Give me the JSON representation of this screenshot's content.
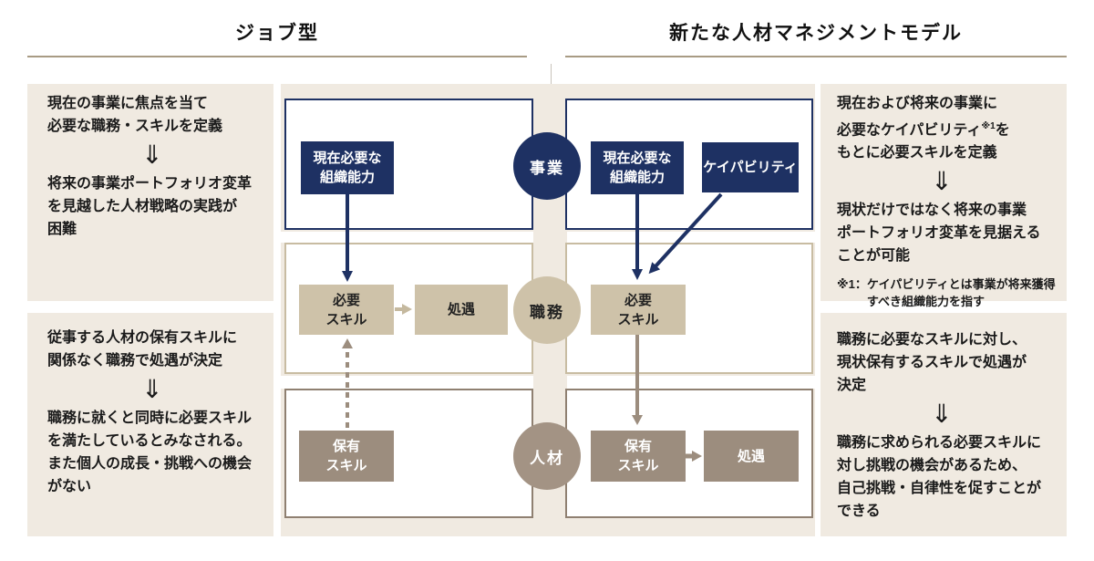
{
  "headers": {
    "left": "ジョブ型",
    "right": "新たな人材マネジメントモデル"
  },
  "panels": {
    "left_top": {
      "block1": [
        "現在の事業に焦点を当て",
        "必要な職務・スキルを定義"
      ],
      "arrow": "⇓",
      "block2": [
        "将来の事業ポートフォリオ変革",
        "を見越した人材戦略の実践が",
        "困難"
      ]
    },
    "left_bottom": {
      "block1": [
        "従事する人材の保有スキルに",
        "関係なく職務で処遇が決定"
      ],
      "arrow": "⇓",
      "block2": [
        "職務に就くと同時に必要スキル",
        "を満たしているとみなされる。",
        "また個人の成長・挑戦への機会",
        "がない"
      ]
    },
    "right_top": {
      "line1": "現在および将来の事業に",
      "line2_main": "必要なケイパビリティ",
      "line2_sup": "※1",
      "line2_post": "を",
      "line3": "もとに必要スキルを定義",
      "arrow": "⇓",
      "block2": [
        "現状だけではなく将来の事業",
        "ポートフォリオ変革を見据える",
        "ことが可能"
      ],
      "footnote_label": "※1：",
      "footnote_lines": [
        "ケイパビリティとは事業が将来獲得",
        "すべき組織能力を指す"
      ]
    },
    "right_bottom": {
      "block1": [
        "職務に必要なスキルに対し、",
        "現状保有するスキルで処遇が",
        "決定"
      ],
      "arrow": "⇓",
      "block2": [
        "職務に求められる必要スキルに",
        "対し挑戦の機会があるため、",
        "自己挑戦・自律性を促すことが",
        "できる"
      ]
    }
  },
  "diagram": {
    "circles": {
      "business": "事業",
      "job": "職務",
      "talent": "人材"
    },
    "left": {
      "org_capability_l1": "現在必要な",
      "org_capability_l2": "組織能力",
      "required_skill_l1": "必要",
      "required_skill_l2": "スキル",
      "treatment": "処遇",
      "owned_skill_l1": "保有",
      "owned_skill_l2": "スキル"
    },
    "right": {
      "org_capability_l1": "現在必要な",
      "org_capability_l2": "組織能力",
      "capability": "ケイパビリティ",
      "required_skill_l1": "必要",
      "required_skill_l2": "スキル",
      "owned_skill_l1": "保有",
      "owned_skill_l2": "スキル",
      "treatment": "処遇"
    }
  },
  "colors": {
    "navy": "#1E3163",
    "tan_fill": "#CEC2A9",
    "tan_border": "#C8BCA2",
    "taupe_fill": "#9C8D7E",
    "taupe_border": "#8F8071",
    "talent_circle": "#A39384",
    "beige_panel": "#F0EAE1",
    "header_underline": "#A89B84",
    "divider": "#C9C3BB"
  }
}
